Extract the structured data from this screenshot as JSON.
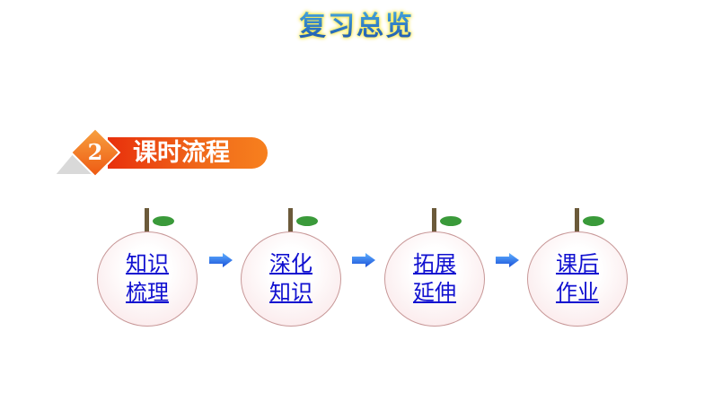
{
  "title": "复习总览",
  "section": {
    "number": "2",
    "label": "课时流程"
  },
  "steps": [
    {
      "line1": "知识",
      "line2": "梳理"
    },
    {
      "line1": "深化",
      "line2": "知识"
    },
    {
      "line1": "拓展",
      "line2": "延伸"
    },
    {
      "line1": "课后",
      "line2": "作业"
    }
  ]
}
